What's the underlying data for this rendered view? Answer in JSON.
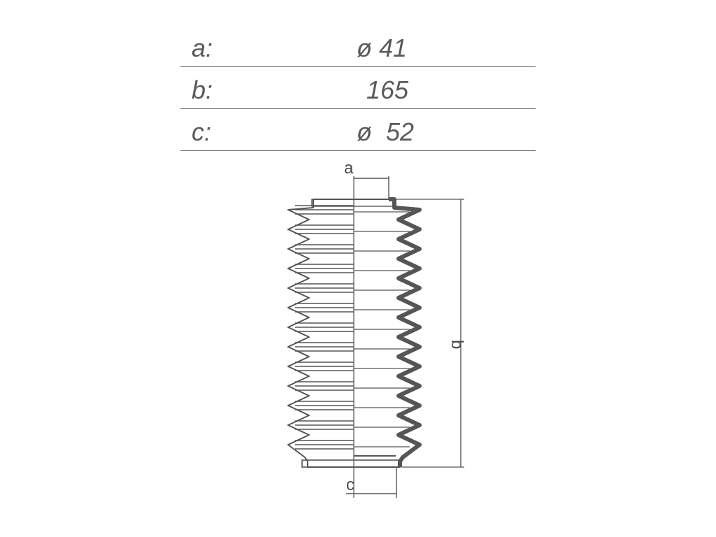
{
  "specs": [
    {
      "label": "a:",
      "value": "ø 41"
    },
    {
      "label": "b:",
      "value": "165"
    },
    {
      "label": "c:",
      "value": "ø  52"
    }
  ],
  "drawing": {
    "label_a": "a",
    "label_b": "b",
    "label_c": "c",
    "line_color": "#555555",
    "fill_color": "#ffffff"
  }
}
